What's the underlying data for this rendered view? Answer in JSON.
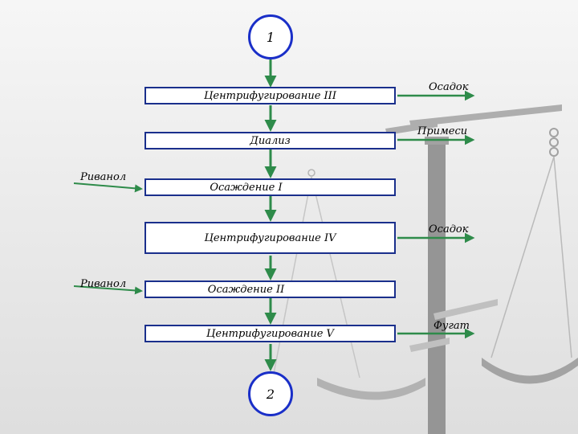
{
  "start_node": "1",
  "end_node": "2",
  "steps": [
    "Центрифугирование III",
    "Диализ",
    "Осаждение I",
    "Центрифугирование IV",
    "Осаждение II",
    "Центрифугирование V"
  ],
  "inputs": [
    "Риванол",
    "Риванол"
  ],
  "outputs": [
    "Осадок",
    "Примеси",
    "Осадок",
    "Фугат"
  ],
  "colors": {
    "box_border": "#1a2f8c",
    "circle_border": "#1a2fc8",
    "arrow": "#2e8b4a"
  }
}
